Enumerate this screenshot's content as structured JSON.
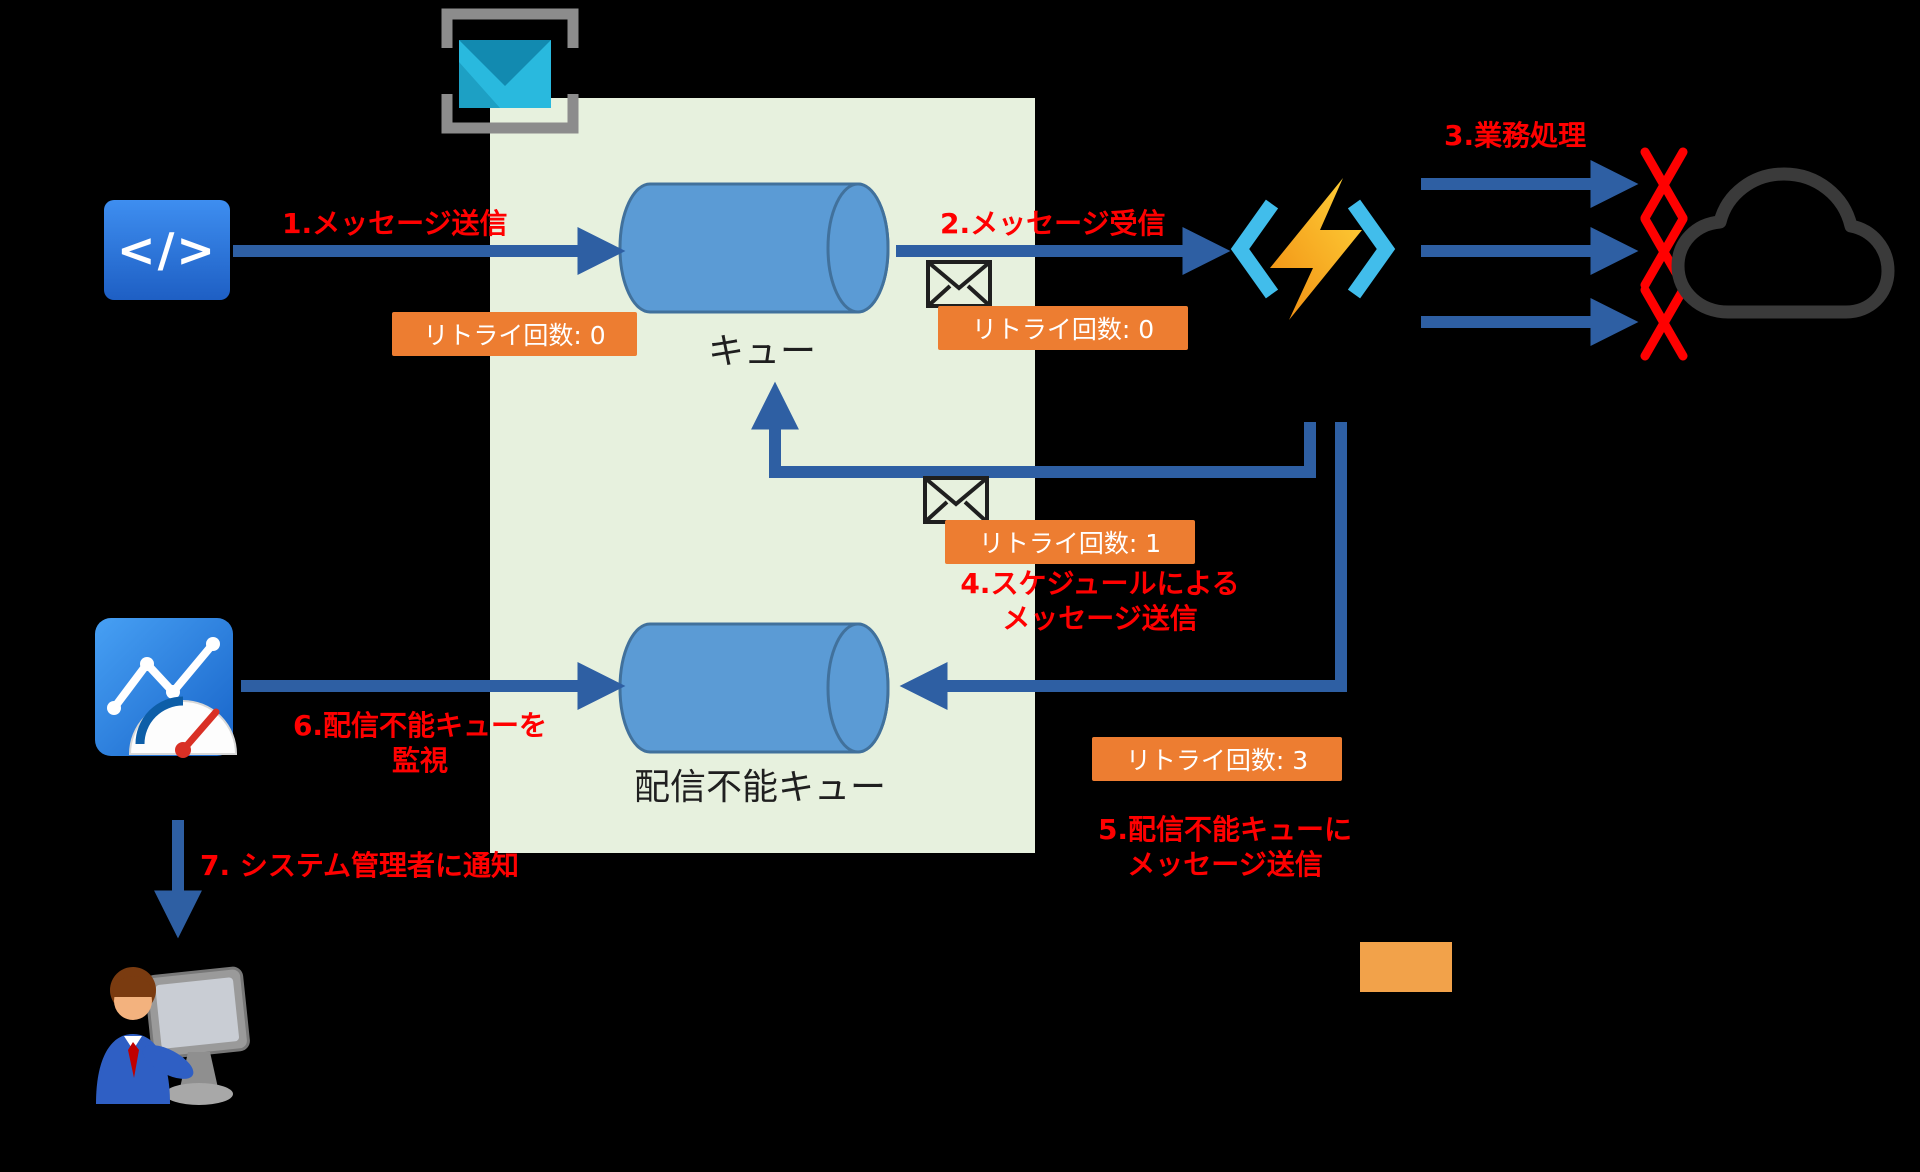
{
  "colors": {
    "canvas-bg": "#000000",
    "namespace-bg": "#E7F1DE",
    "arrow": "#2E5FA3",
    "cylinder-fill": "#5B9BD5",
    "cylinder-stroke": "#41719C",
    "badge-bg": "#ED7D31",
    "badge-text": "#FFFFFF",
    "step-text": "#FF0000",
    "node-label": "#1F1F1F",
    "legend-orange": "#F2A24A",
    "x-mark": "#FF0000",
    "cloud-stroke": "#3A3A3A"
  },
  "nodes": {
    "code_app": {
      "glyph": "</>"
    },
    "queue": {
      "label": "キュー"
    },
    "dead_letter_queue": {
      "label": "配信不能キュー"
    }
  },
  "steps": {
    "s1": "1.メッセージ送信",
    "s2": "2.メッセージ受信",
    "s3": "3.業務処理",
    "s4": "4.スケジュールによる\nメッセージ送信",
    "s5": "5.配信不能キューに\nメッセージ送信",
    "s6": "6.配信不能キューを\n監視",
    "s7": "7. システム管理者に通知"
  },
  "badges": {
    "queue_in": "リトライ回数: 0",
    "queue_out": "リトライ回数: 0",
    "retry": "リトライ回数: 1",
    "dead_letter": "リトライ回数: 3"
  }
}
